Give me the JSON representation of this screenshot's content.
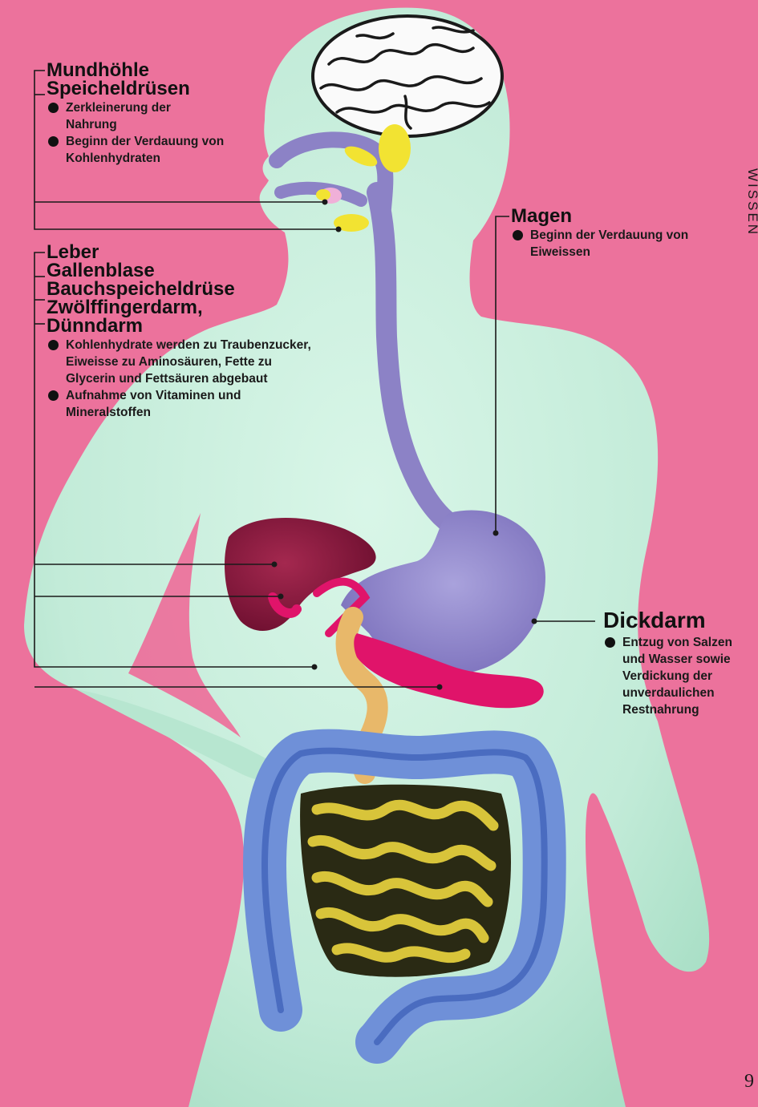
{
  "labels": {
    "mouth": {
      "headings": [
        "Mundhöhle",
        "Speicheldrüsen"
      ],
      "bullets": [
        "Zerkleinerung der Nahrung",
        "Beginn der Verdauung von Kohlenhydraten"
      ]
    },
    "stomach": {
      "headings": [
        "Magen"
      ],
      "bullets": [
        "Beginn der Verdauung von Eiweissen"
      ]
    },
    "digestive_glands": {
      "headings": [
        "Leber",
        "Gallenblase",
        "Bauchspeicheldrüse",
        "Zwölffingerdarm,",
        "Dünndarm"
      ],
      "bullets": [
        "Kohlenhydrate werden zu Traubenzucker, Eiweisse zu Aminosäuren, Fette zu Glycerin und Fettsäuren abgebaut",
        "Aufnahme von Vitaminen und Mineralstoffen"
      ]
    },
    "large_intestine": {
      "headings": [
        "Dickdarm"
      ],
      "bullets": [
        "Entzug von Salzen und Wasser sowie Verdickung der unverdaulichen Restnahrung"
      ]
    }
  },
  "side_text": "WISSEN",
  "page_number": "9",
  "colors": {
    "background": "#ec729c",
    "body": "#c8eedd",
    "digestive_tract": "#8c82c6",
    "liver": "#7a1235",
    "pancreas": "#e0146a",
    "colon": "#6f90d8",
    "small_intestine": "#d8c43a",
    "glands": "#f2e332",
    "leader_lines": "#1a1a1a"
  }
}
